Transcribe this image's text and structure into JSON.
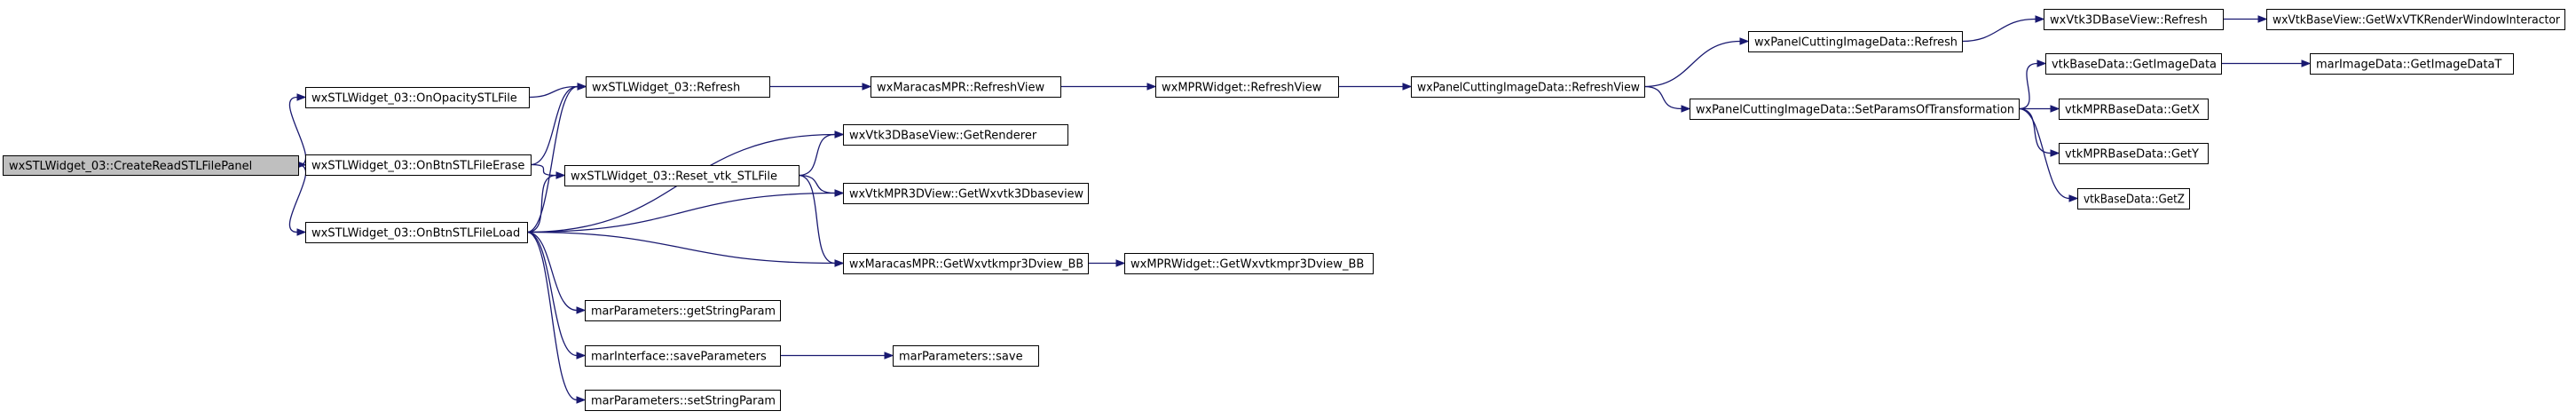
{
  "graph": {
    "nodes": [
      {
        "id": "root",
        "label": "wxSTLWidget_03::CreateReadSTLFilePanel",
        "root": true,
        "link": false
      },
      {
        "id": "onOpacity",
        "label": "wxSTLWidget_03::OnOpacitySTLFile"
      },
      {
        "id": "onErase",
        "label": "wxSTLWidget_03::OnBtnSTLFileErase"
      },
      {
        "id": "onLoad",
        "label": "wxSTLWidget_03::OnBtnSTLFileLoad"
      },
      {
        "id": "refresh",
        "label": "wxSTLWidget_03::Refresh"
      },
      {
        "id": "reset",
        "label": "wxSTLWidget_03::Reset_vtk_STLFile"
      },
      {
        "id": "getRenderer",
        "label": "wxVtk3DBaseView::GetRenderer"
      },
      {
        "id": "getWxvtk3d",
        "label": "wxVtkMPR3DView::GetWxvtk3Dbaseview"
      },
      {
        "id": "marMprRefresh",
        "label": "wxMaracasMPR::RefreshView"
      },
      {
        "id": "mprWidgetRefresh",
        "label": "wxMPRWidget::RefreshView"
      },
      {
        "id": "panelRefreshView",
        "label": "wxPanelCuttingImageData::RefreshView"
      },
      {
        "id": "panelRefresh",
        "label": "wxPanelCuttingImageData::Refresh"
      },
      {
        "id": "setParams",
        "label": "wxPanelCuttingImageData::SetParamsOfTransformation"
      },
      {
        "id": "vtk3dRefresh",
        "label": "wxVtk3DBaseView::Refresh"
      },
      {
        "id": "getInteractor",
        "label": "wxVtkBaseView::GetWxVTKRenderWindowInteractor"
      },
      {
        "id": "getImageData",
        "label": "vtkBaseData::GetImageData"
      },
      {
        "id": "getImageDataT",
        "label": "marImageData::GetImageDataT"
      },
      {
        "id": "getX",
        "label": "vtkMPRBaseData::GetX"
      },
      {
        "id": "getY",
        "label": "vtkMPRBaseData::GetY"
      },
      {
        "id": "getZ",
        "label": "vtkBaseData::GetZ"
      },
      {
        "id": "marGetBB",
        "label": "wxMaracasMPR::GetWxvtkmpr3Dview_BB"
      },
      {
        "id": "mprGetBB",
        "label": "wxMPRWidget::GetWxvtkmpr3Dview_BB"
      },
      {
        "id": "getStringParam",
        "label": "marParameters::getStringParam"
      },
      {
        "id": "saveParams",
        "label": "marInterface::saveParameters"
      },
      {
        "id": "save",
        "label": "marParameters::save"
      },
      {
        "id": "setStringParam",
        "label": "marParameters::setStringParam"
      }
    ],
    "edges": [
      {
        "from": "root",
        "to": "onOpacity"
      },
      {
        "from": "root",
        "to": "onErase"
      },
      {
        "from": "root",
        "to": "onLoad"
      },
      {
        "from": "onOpacity",
        "to": "refresh"
      },
      {
        "from": "onErase",
        "to": "refresh"
      },
      {
        "from": "onErase",
        "to": "reset"
      },
      {
        "from": "onLoad",
        "to": "refresh"
      },
      {
        "from": "onLoad",
        "to": "reset"
      },
      {
        "from": "onLoad",
        "to": "getRenderer"
      },
      {
        "from": "onLoad",
        "to": "getWxvtk3d"
      },
      {
        "from": "onLoad",
        "to": "marGetBB"
      },
      {
        "from": "onLoad",
        "to": "getStringParam"
      },
      {
        "from": "onLoad",
        "to": "saveParams"
      },
      {
        "from": "onLoad",
        "to": "setStringParam"
      },
      {
        "from": "refresh",
        "to": "marMprRefresh"
      },
      {
        "from": "reset",
        "to": "getRenderer"
      },
      {
        "from": "reset",
        "to": "getWxvtk3d"
      },
      {
        "from": "reset",
        "to": "marGetBB"
      },
      {
        "from": "marMprRefresh",
        "to": "mprWidgetRefresh"
      },
      {
        "from": "mprWidgetRefresh",
        "to": "panelRefreshView"
      },
      {
        "from": "panelRefreshView",
        "to": "panelRefresh"
      },
      {
        "from": "panelRefreshView",
        "to": "setParams"
      },
      {
        "from": "panelRefresh",
        "to": "vtk3dRefresh"
      },
      {
        "from": "vtk3dRefresh",
        "to": "getInteractor"
      },
      {
        "from": "setParams",
        "to": "getImageData"
      },
      {
        "from": "setParams",
        "to": "getX"
      },
      {
        "from": "setParams",
        "to": "getY"
      },
      {
        "from": "setParams",
        "to": "getZ"
      },
      {
        "from": "getImageData",
        "to": "getImageDataT"
      },
      {
        "from": "marGetBB",
        "to": "mprGetBB"
      },
      {
        "from": "saveParams",
        "to": "save"
      }
    ]
  },
  "colors": {
    "edge": "#191970",
    "root_fill": "#bfbfbf",
    "node_fill": "#ffffff",
    "node_border": "#000000"
  }
}
